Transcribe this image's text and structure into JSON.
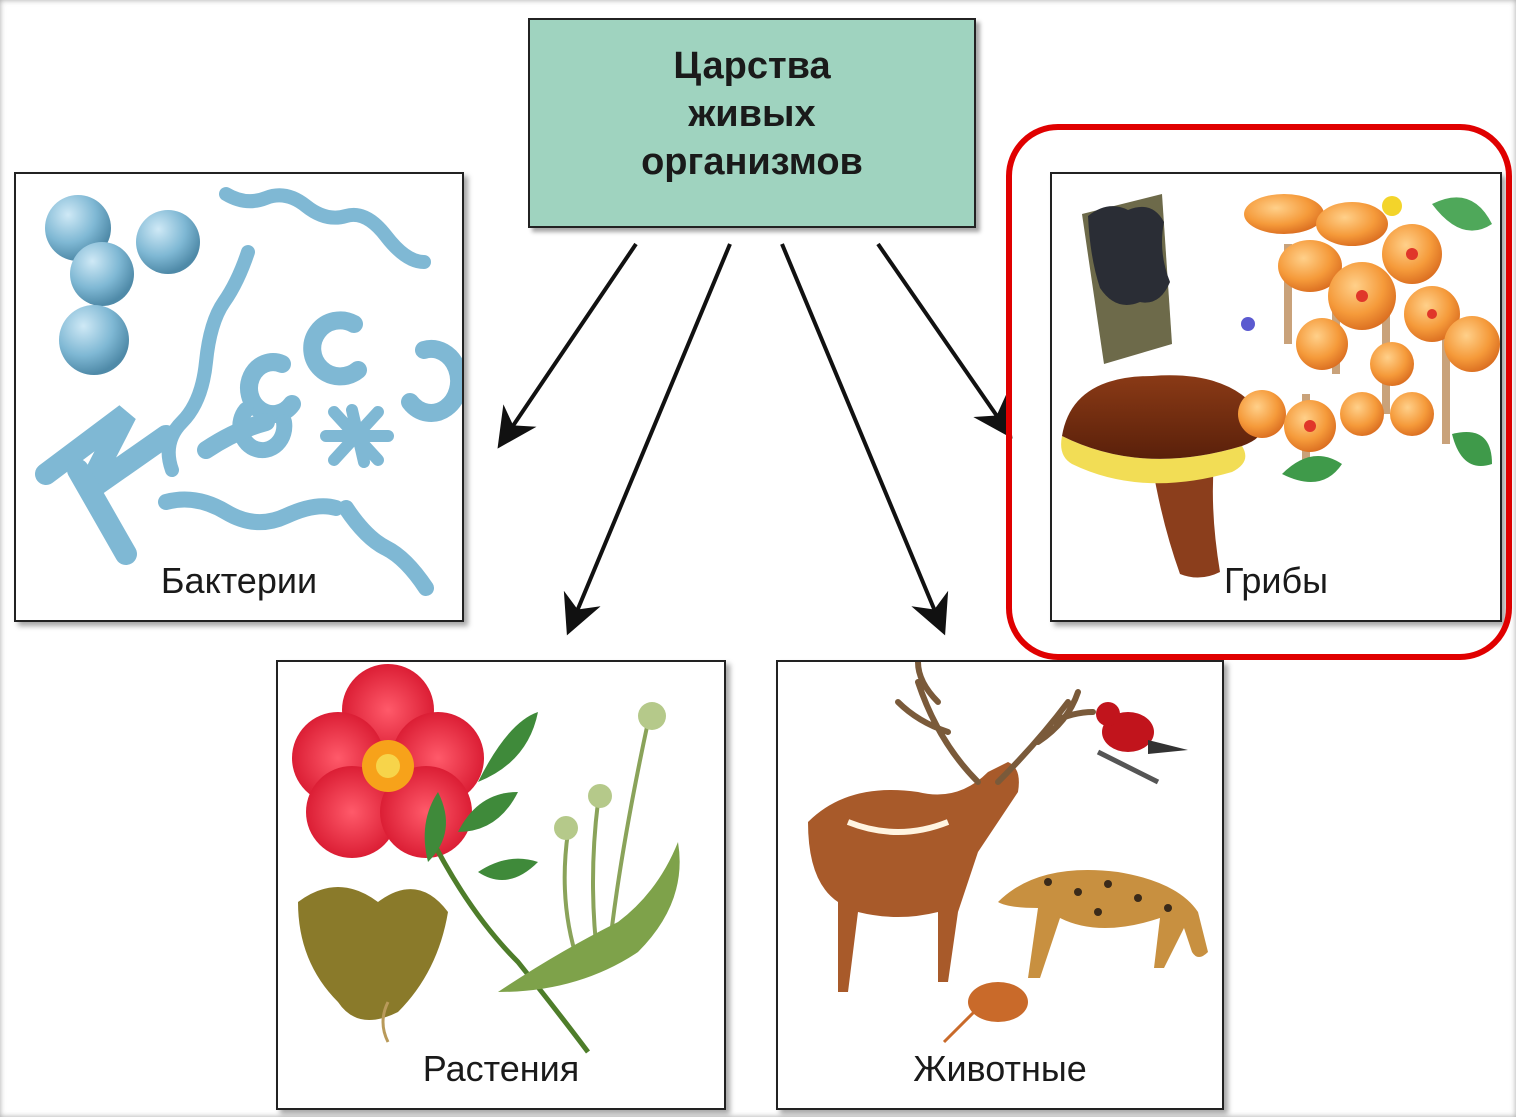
{
  "root": {
    "title": "Царства\nживых\nорганизмов"
  },
  "kingdoms": [
    {
      "key": "bacteria",
      "label": "Бактерии"
    },
    {
      "key": "plants",
      "label": "Растения"
    },
    {
      "key": "animals",
      "label": "Животные"
    },
    {
      "key": "fungi",
      "label": "Грибы"
    }
  ],
  "highlight": {
    "target": "fungi",
    "color": "#e00000"
  },
  "colors": {
    "root_fill": "#9fd3bf",
    "bacteria": "#7fb8d4"
  }
}
